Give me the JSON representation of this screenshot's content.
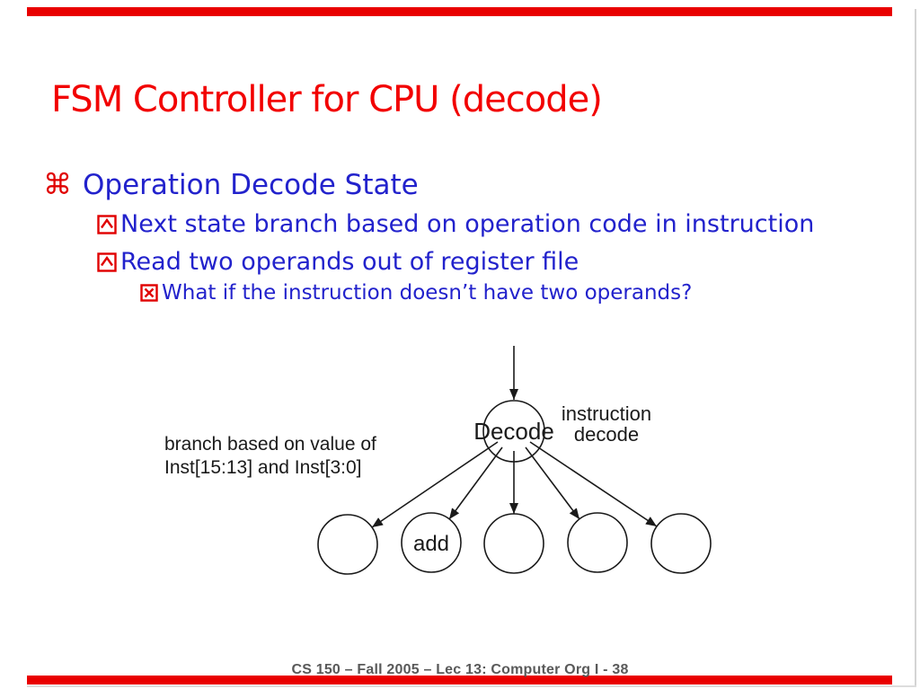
{
  "slide": {
    "title": "FSM Controller for CPU (decode)",
    "markers": {
      "command": "⌘"
    },
    "bullets": [
      {
        "level": 1,
        "marker": "command-symbol",
        "text": "Operation Decode State"
      },
      {
        "level": 2,
        "marker": "box-caret",
        "text": "Next state branch based on operation code in instruction"
      },
      {
        "level": 2,
        "marker": "box-caret",
        "text": "Read two operands out of register file"
      },
      {
        "level": 3,
        "marker": "box-x",
        "text": "What if the instruction doesn’t have two operands?"
      }
    ],
    "diagram": {
      "decode_state_label": "Decode",
      "right_label_line1": "instruction",
      "right_label_line2": "decode",
      "left_label_line1": "branch based on value of",
      "left_label_line2": "Inst[15:13] and Inst[3:0]",
      "add_state_label": "add"
    },
    "footer": "CS 150 – Fall  2005 – Lec 13: Computer Org I - 38",
    "colors": {
      "accent_red": "#e90000",
      "title_red": "#f20000",
      "bullet_blue": "#2222cc",
      "diagram_black": "#1a1a1a",
      "footer_gray": "#595959"
    }
  }
}
